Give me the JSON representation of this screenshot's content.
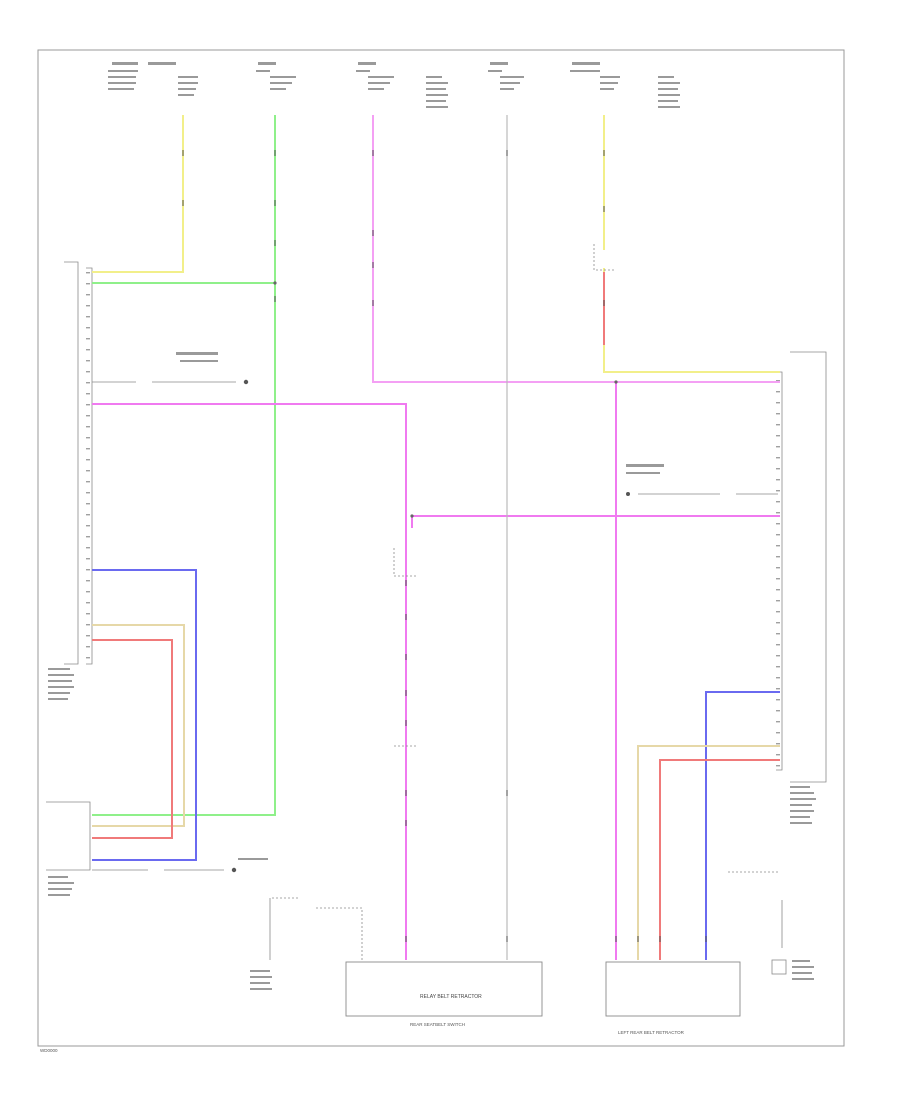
{
  "diagram": {
    "colors": {
      "yellow": "#f2ef8a",
      "green": "#8ff08a",
      "pink": "#f07af0",
      "blue": "#6a6af0",
      "tan": "#e6d8a8",
      "red": "#f07a7a",
      "grey": "#bbbbbb"
    },
    "icons": [
      "ground-icon",
      "connector-icon"
    ],
    "labels": {
      "switch_center": "RELAY BELT RETRACTOR",
      "switch_bottom": "REAR SEATBELT SWITCH",
      "right_unit_bottom": "LEFT REAR BELT RETRACTOR",
      "corner_code": "WD0000"
    }
  }
}
